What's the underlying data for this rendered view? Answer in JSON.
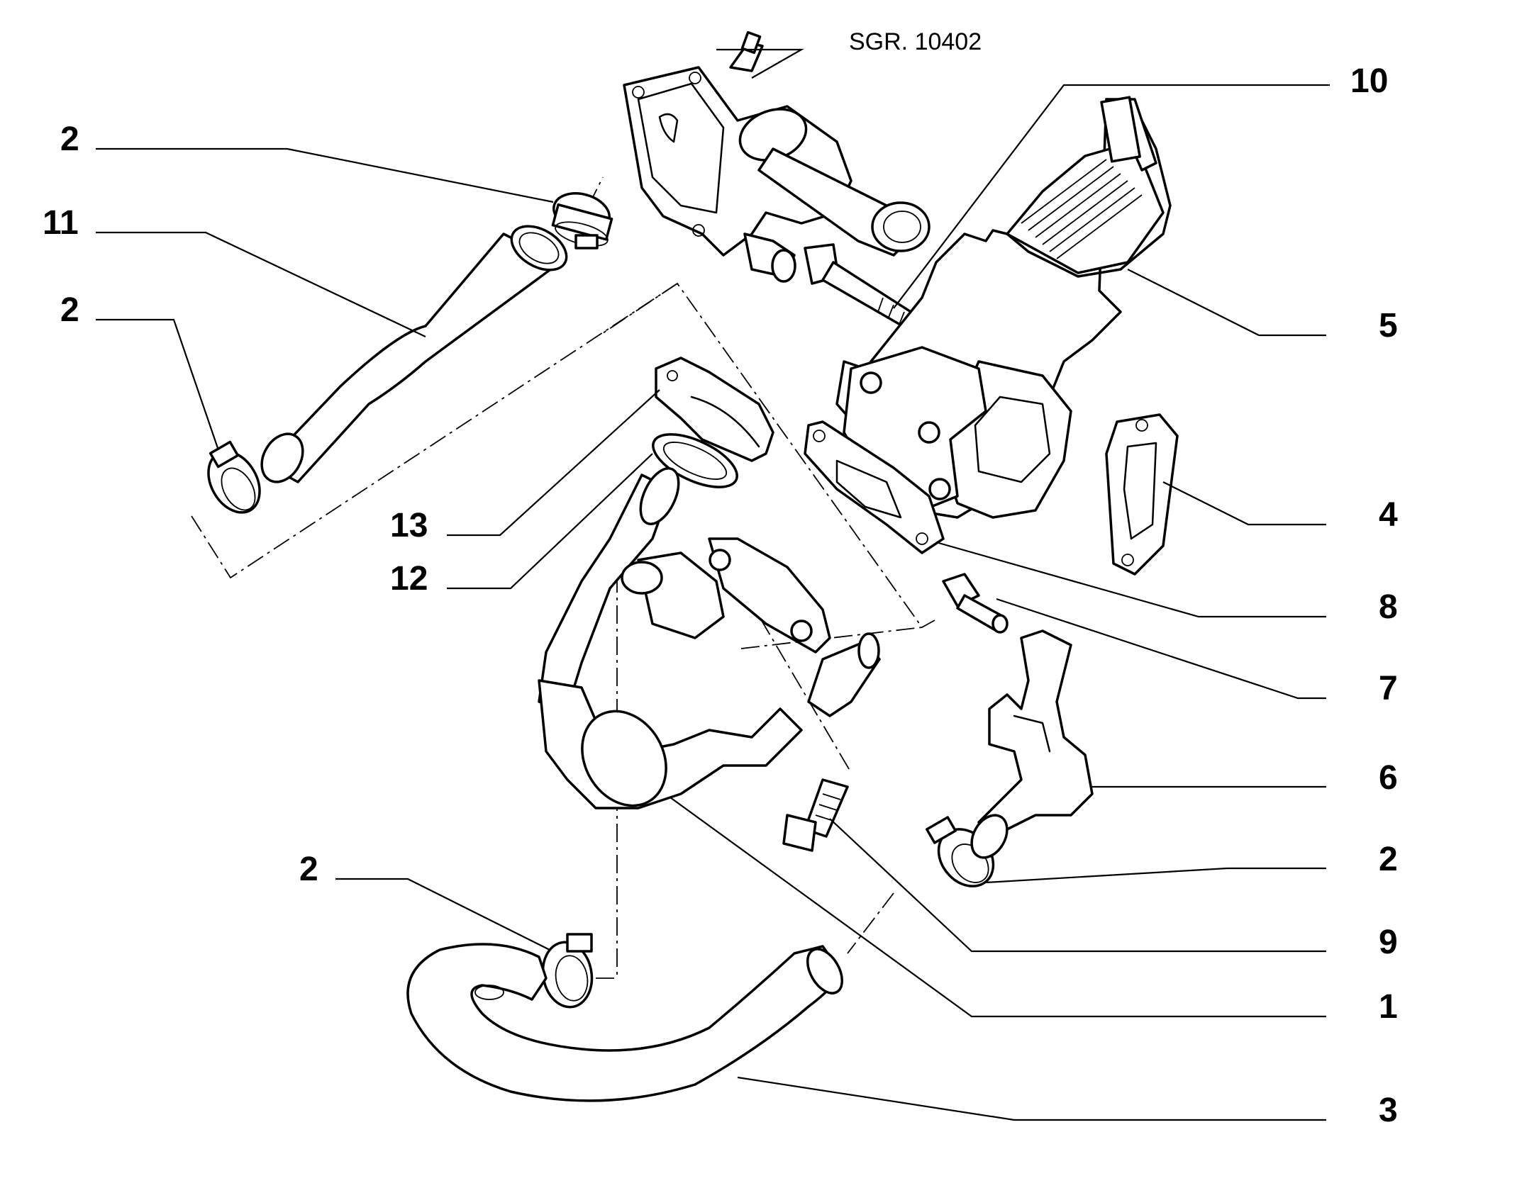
{
  "diagram": {
    "reference_label": "SGR. 10402",
    "callouts": [
      {
        "id": "c10",
        "text": "10"
      },
      {
        "id": "c5",
        "text": "5"
      },
      {
        "id": "c4",
        "text": "4"
      },
      {
        "id": "c8",
        "text": "8"
      },
      {
        "id": "c7",
        "text": "7"
      },
      {
        "id": "c6",
        "text": "6"
      },
      {
        "id": "c2r",
        "text": "2"
      },
      {
        "id": "c9",
        "text": "9"
      },
      {
        "id": "c1",
        "text": "1"
      },
      {
        "id": "c3",
        "text": "3"
      },
      {
        "id": "c2a",
        "text": "2"
      },
      {
        "id": "c11",
        "text": "11"
      },
      {
        "id": "c2b",
        "text": "2"
      },
      {
        "id": "c13",
        "text": "13"
      },
      {
        "id": "c12",
        "text": "12"
      },
      {
        "id": "c2c",
        "text": "2"
      }
    ]
  }
}
